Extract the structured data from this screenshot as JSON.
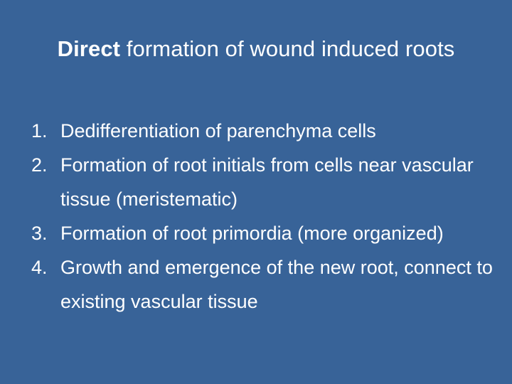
{
  "slide": {
    "title_bold": "Direct",
    "title_rest": " formation of wound induced roots",
    "steps": [
      {
        "number": "1.",
        "text": "Dedifferentiation of parenchyma cells"
      },
      {
        "number": "2.",
        "text": "Formation of root initials from cells near vascular tissue (meristematic)"
      },
      {
        "number": "3.",
        "text": "Formation of root primordia (more organized)"
      },
      {
        "number": "4.",
        "text": "Growth and emergence of the new root, connect to existing vascular tissue"
      }
    ],
    "colors": {
      "background": "#386398",
      "text": "#ffffff"
    }
  }
}
